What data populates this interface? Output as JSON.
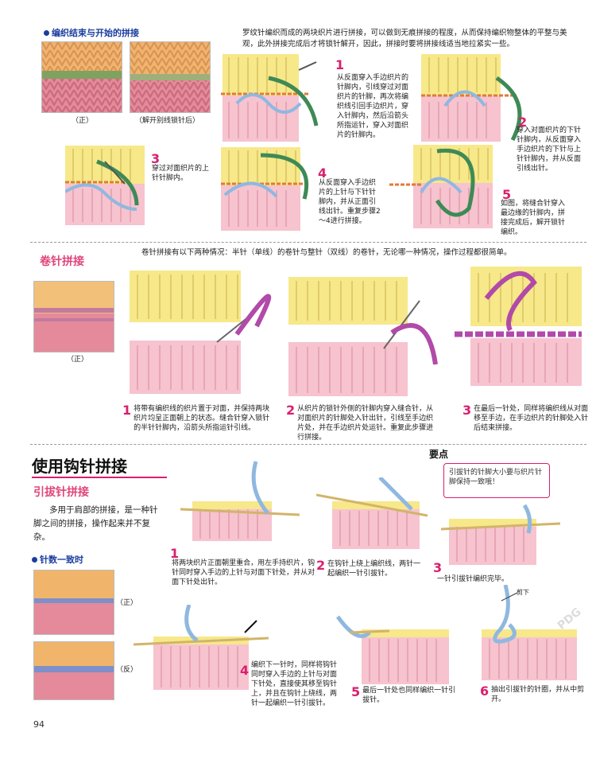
{
  "section1": {
    "heading": "编织结束与开始的拼接",
    "intro": "罗纹针编织而成的两块织片进行拼接，可以做到无痕拼接的程度，从而保持编织物整体的平整与美观，此外拼接完成后才将锁针解开，因此，拼接时要将拼接线适当地拉紧实一些。",
    "photo_captions": [
      "（正）",
      "（解开别线锁针后）"
    ],
    "steps": [
      {
        "num": "1",
        "text": "从反面穿入手边织片的针脚内，引线穿过对面织片的针脚，再次将编织线引回手边织片，穿入针脚内，然后沿箭头所指运针，穿入对面织片的针脚内。"
      },
      {
        "num": "2",
        "text": "穿入对面织片的下针针脚内，从反面穿入手边织片的下针与上针针脚内，并从反面引线出针。"
      },
      {
        "num": "3",
        "text": "穿过对面织片的上针针脚内。"
      },
      {
        "num": "4",
        "text": "从反面穿入手边织片的上针与下针针脚内，并从正面引线出针。重复步骤2～4进行拼接。"
      },
      {
        "num": "5",
        "text": "如图，将缝合针穿入最边缘的针脚内，拼接完成后，解开锁针编织。"
      }
    ]
  },
  "section2": {
    "heading": "卷针拼接",
    "intro": "卷针拼接有以下两种情况：半针（单线）的卷针与整针（双线）的卷针，无论哪一种情况，操作过程都很简单。",
    "photo_caption": "（正）",
    "steps": [
      {
        "num": "1",
        "text": "将带有编织线的织片置于对面，并保持两块织片均呈正面朝上的状态。缝合针穿入锁针的半针针脚内，沿箭头所指运针引线。"
      },
      {
        "num": "2",
        "text": "从织片的锁针外侧的针脚内穿入缝合针，从对面织片的针脚处入针出针，引线至手边织片处，并在手边织片处运针。重复此步骤进行拼接。"
      },
      {
        "num": "3",
        "text": "在最后一针处，同样将编织线从对面移至手边，在手边织片的针脚处入针后结束拼接。"
      }
    ]
  },
  "section3": {
    "title": "使用钩针拼接",
    "subheading": "引拔针拼接",
    "intro": "多用于肩部的拼接，是一种针脚之间的拼接，操作起来并不复杂。",
    "bullet": "针数一致时",
    "photo_captions": [
      "（正）",
      "（反）"
    ],
    "tip_label": "要点",
    "tip_text": "引拔针的针脚大小要与织片针脚保持一致哦！",
    "cut_label": "剪下",
    "steps": [
      {
        "num": "1",
        "text": "将两块织片正面朝里重合，用左手持织片，钩针同时穿入手边的上针与对面下针处，并从对面下针处出针。"
      },
      {
        "num": "2",
        "text": "在钩针上绕上编织线，两针一起编织一针引拔针。"
      },
      {
        "num": "3",
        "text": "一针引拔针编织完毕。"
      },
      {
        "num": "4",
        "text": "编织下一针时，同样将钩针同时穿入手边的上针与对面下针处，直接使其移至钩针上，并且在钩针上绕线，两针一起编织一针引拔针。"
      },
      {
        "num": "5",
        "text": "最后一针处也同样编织一针引拔针。"
      },
      {
        "num": "6",
        "text": "抽出引拔针的针圈，并从中剪开。"
      }
    ]
  },
  "page_number": "94",
  "watermark": "PDG",
  "colors": {
    "accent_pink": "#d8206e",
    "heading_blue": "#1a3d9e",
    "yarn_yellow": "#f5e27a",
    "yarn_pink": "#f2b7c4",
    "yarn_green": "#3e8a55",
    "yarn_blue": "#8fb8e0",
    "yarn_purple": "#b14aa8"
  }
}
